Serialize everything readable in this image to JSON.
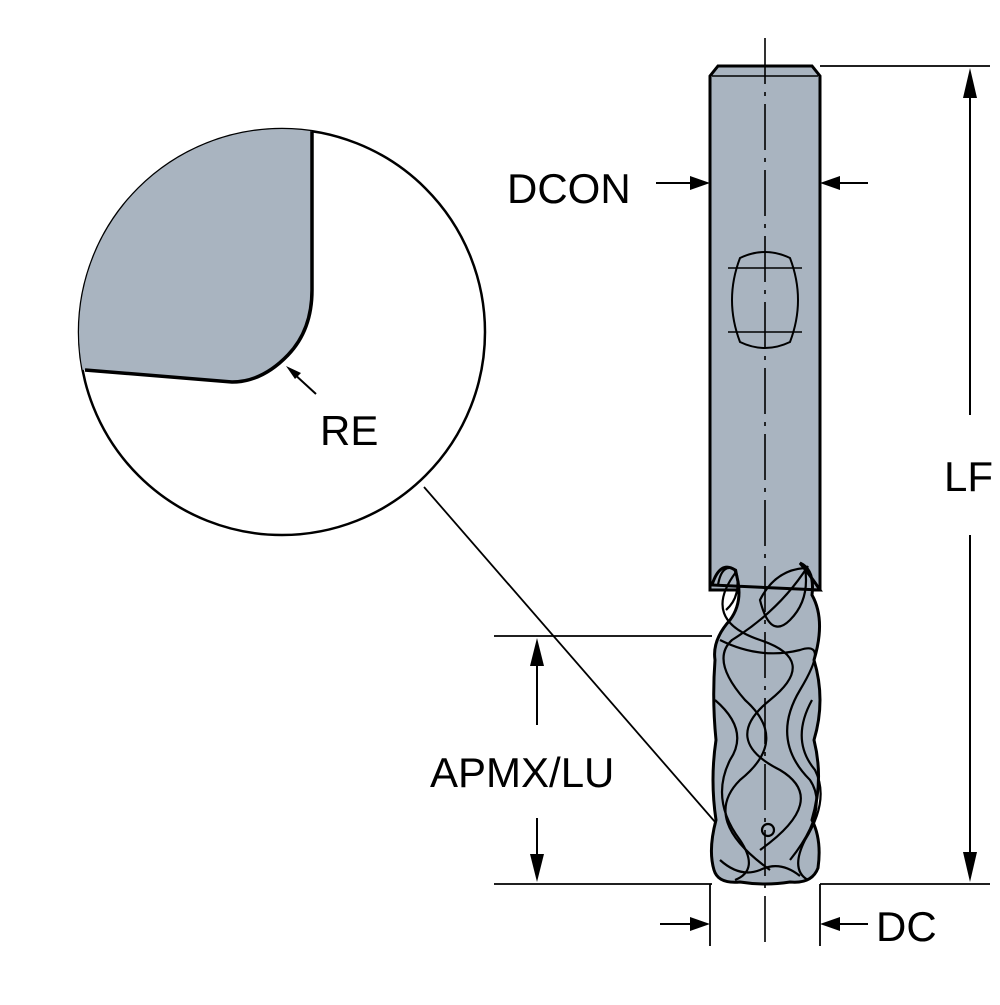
{
  "labels": {
    "dcon": "DCON",
    "re": "RE",
    "lf": "LF",
    "apmx_lu": "APMX/LU",
    "dc": "DC"
  },
  "colors": {
    "tool_fill": "#a9b4c0",
    "outline": "#000000",
    "background": "#ffffff"
  }
}
